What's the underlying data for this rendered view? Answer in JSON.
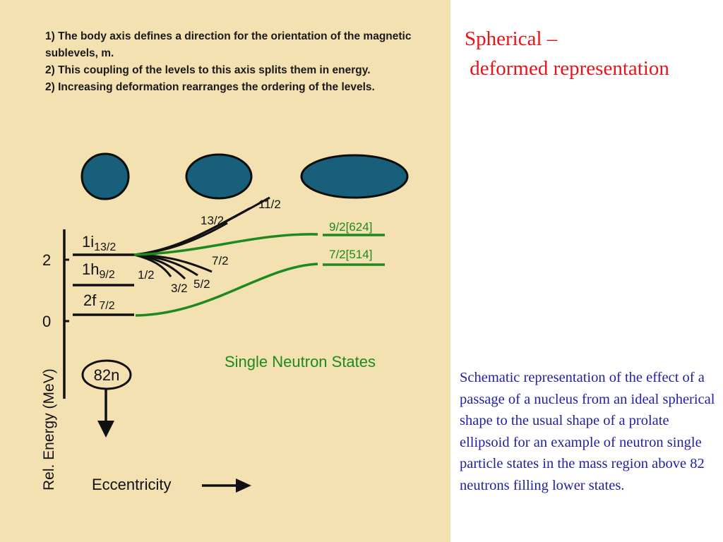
{
  "notes": [
    "1) The body axis defines a direction for the orientation of the magnetic sublevels, m.",
    "2) This coupling of the levels to this axis splits them in energy.",
    "2) Increasing deformation rearranges the ordering of the levels."
  ],
  "title": {
    "line1": "Spherical –",
    "line2": " deformed representation"
  },
  "caption": "Schematic representation of the effect of a passage of a nucleus from an ideal spherical shape to the usual shape of a prolate ellipsoid for an example of neutron single particle states in the mass region above 82 neutrons filling lower states.",
  "diagram": {
    "axis_label": "Rel. Energy (MeV)",
    "tick_2": "2",
    "tick_0": "0",
    "level_1i": {
      "main": "1i",
      "sub": "13/2"
    },
    "level_1h": {
      "main": "1h",
      "sub": "9/2"
    },
    "level_2f": {
      "main": "2f",
      "sub": "7/2"
    },
    "branch_labels": {
      "b13_2": "13/2",
      "b11_2": "11/2",
      "b7_2": "7/2",
      "b1_2": "1/2",
      "b3_2": "3/2",
      "b5_2": "5/2"
    },
    "state_upper": "9/2[624]",
    "state_lower": "7/2[514]",
    "region_label": "Single Neutron States",
    "neutron_label": "82n",
    "x_axis_label": "Eccentricity",
    "colors": {
      "background": "#f4e1b2",
      "nucleus": "#175f7a",
      "green": "#1d8a1d",
      "title": "#e8141a",
      "caption": "#1f1fa0"
    }
  }
}
